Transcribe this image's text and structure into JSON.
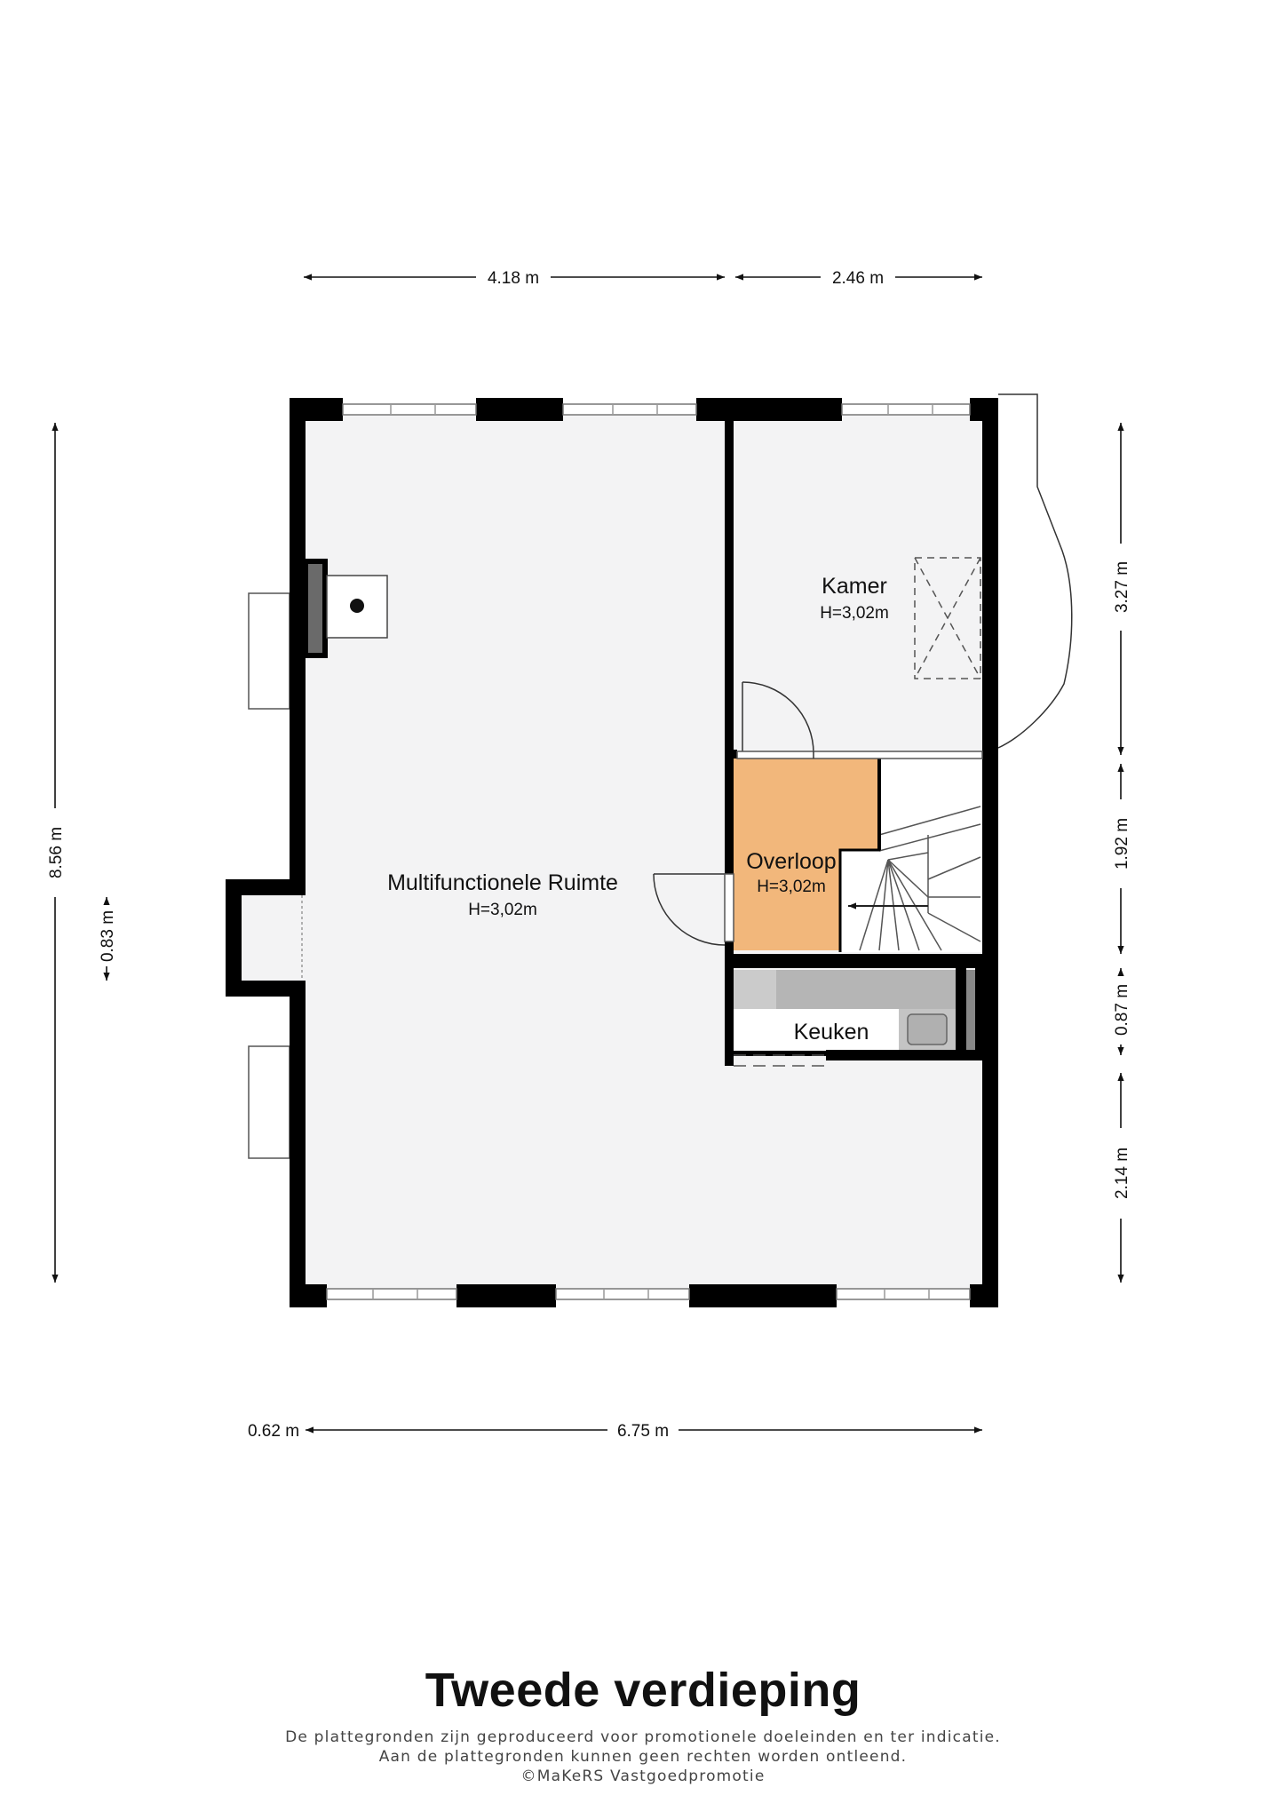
{
  "dimensions": {
    "top_left": "4.18 m",
    "top_right": "2.46 m",
    "left_total": "8.56 m",
    "left_inner": "0.83 m",
    "right_1": "3.27 m",
    "right_2": "1.92 m",
    "right_3": "0.87 m",
    "right_4": "2.14 m",
    "bottom_small": "0.62 m",
    "bottom_total": "6.75 m"
  },
  "rooms": {
    "multifunctionele": {
      "name": "Multifunctionele Ruimte",
      "height": "H=3,02m"
    },
    "kamer": {
      "name": "Kamer",
      "height": "H=3,02m"
    },
    "overloop": {
      "name": "Overloop",
      "height": "H=3,02m"
    },
    "keuken": {
      "name": "Keuken"
    }
  },
  "colors": {
    "wall": "#000000",
    "floor": "#f3f3f4",
    "overloop": "#f2b77b",
    "counter": "#b5b5b5"
  },
  "footer": {
    "title": "Tweede verdieping",
    "line1": "De plattegronden zijn geproduceerd voor promotionele doeleinden en ter indicatie.",
    "line2": "Aan de plattegronden kunnen geen rechten worden ontleend.",
    "line3": "©MaKeRS Vastgoedpromotie"
  }
}
